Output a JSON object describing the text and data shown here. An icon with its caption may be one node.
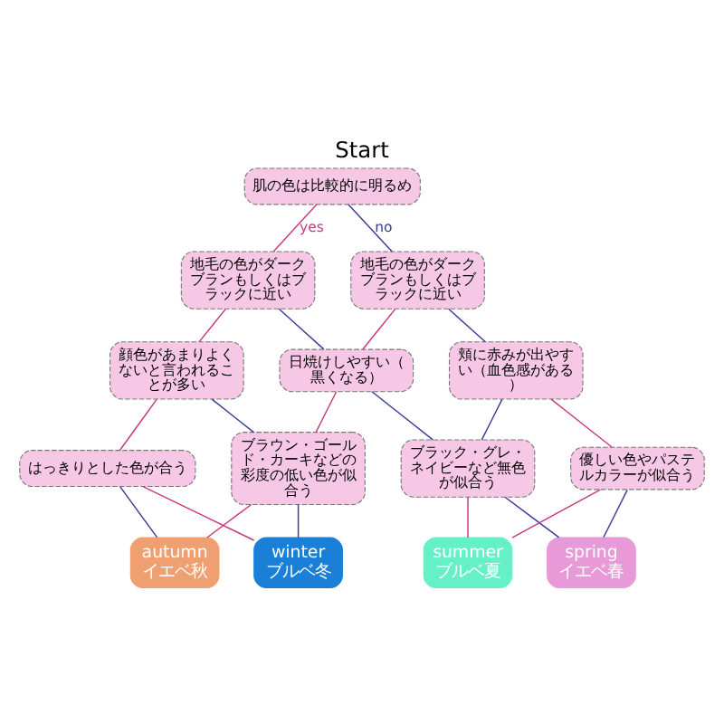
{
  "diagram": {
    "title": "Start",
    "nodes": [
      {
        "text": [
          "肌の色は比較的に明るめ"
        ]
      },
      {
        "text": [
          "地毛の色がダークブランもしくはブラックに近い"
        ]
      },
      {
        "text": [
          "地毛の色がダークブランもしくはブラックに近い"
        ]
      },
      {
        "text": [
          "顔色があまりよくないと言われることが多い"
        ]
      },
      {
        "text": [
          "日焼けしやすい（黒くなる）"
        ]
      },
      {
        "text": [
          "頬に赤みが出やすい（血色感がある）"
        ]
      },
      {
        "text": [
          "はっきりとした色が合う"
        ]
      },
      {
        "text": [
          "ブラウン・ゴールド・カーキなどの彩度の低い色が似合う"
        ]
      },
      {
        "text": [
          "ブラック・グレ・ネイビーなど無色が似合う"
        ]
      },
      {
        "text": [
          "優しい色やパステルカラーが似合う"
        ]
      },
      {
        "text": [
          "autumn",
          "イエベ秋"
        ]
      },
      {
        "text": [
          "winter",
          "ブルベ冬"
        ]
      },
      {
        "text": [
          "summer",
          "ブルベ夏"
        ]
      },
      {
        "text": [
          "spring",
          "イエベ春"
        ]
      }
    ],
    "edges": [
      {
        "from": 0,
        "to": 1,
        "arrow": "none",
        "label": "yes",
        "color": "#c8387e"
      },
      {
        "from": 0,
        "to": 2,
        "arrow": "none",
        "label": "no",
        "color": "#3a3a9a"
      },
      {
        "from": 1,
        "to": 3,
        "arrow": "none",
        "color": "#c8387e"
      },
      {
        "from": 1,
        "to": 4,
        "arrow": "none",
        "color": "#3a3a9a"
      },
      {
        "from": 2,
        "to": 4,
        "arrow": "none",
        "color": "#c8387e"
      },
      {
        "from": 2,
        "to": 5,
        "arrow": "none",
        "color": "#3a3a9a"
      },
      {
        "from": 3,
        "to": 6,
        "arrow": "none",
        "color": "#c8387e"
      },
      {
        "from": 3,
        "to": 7,
        "arrow": "none",
        "color": "#3a3a9a"
      },
      {
        "from": 4,
        "to": 7,
        "arrow": "none",
        "color": "#c8387e"
      },
      {
        "from": 4,
        "to": 8,
        "arrow": "none",
        "color": "#3a3a9a"
      },
      {
        "from": 5,
        "to": 8,
        "arrow": "none",
        "color": "#3a3a9a"
      },
      {
        "from": 5,
        "to": 9,
        "arrow": "none",
        "color": "#c8387e"
      },
      {
        "from": 6,
        "to": 10,
        "arrow": "none",
        "color": "#3a3a9a"
      },
      {
        "from": 6,
        "to": 11,
        "arrow": "none",
        "color": "#c8387e"
      },
      {
        "from": 7,
        "to": 10,
        "arrow": "none",
        "color": "#c8387e"
      },
      {
        "from": 7,
        "to": 11,
        "arrow": "none",
        "color": "#3a3a9a"
      },
      {
        "from": 8,
        "to": 12,
        "arrow": "none",
        "color": "#c8387e"
      },
      {
        "from": 8,
        "to": 13,
        "arrow": "none",
        "color": "#3a3a9a"
      },
      {
        "from": 9,
        "to": 12,
        "arrow": "none",
        "color": "#c8387e"
      },
      {
        "from": 9,
        "to": 13,
        "arrow": "none",
        "color": "#3a3a9a"
      }
    ]
  }
}
